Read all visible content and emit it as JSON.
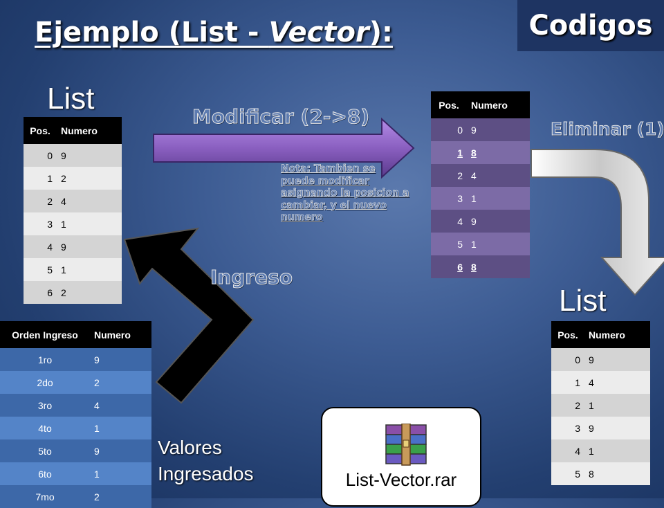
{
  "title": {
    "prefix": "Ejemplo (List - ",
    "italic": "Vector",
    "suffix": "):"
  },
  "codigos_label": "Codigos",
  "list_label_top": "List",
  "list_label_bottom": "List",
  "modificar_label": "Modificar (2->8)",
  "eliminar_label": "Eliminar (1)",
  "ingreso_label": "Ingreso",
  "note_text": "Nota: Tambien se puede modificar asignando la posicion a cambiar, y el nuevo numero",
  "valores_line1": "Valores",
  "valores_line2": "Ingresados",
  "file_name": "List-Vector.rar",
  "list_table": {
    "headers": [
      "Pos.",
      "Numero"
    ],
    "rows": [
      [
        "0",
        "9"
      ],
      [
        "1",
        "2"
      ],
      [
        "2",
        "4"
      ],
      [
        "3",
        "1"
      ],
      [
        "4",
        "9"
      ],
      [
        "5",
        "1"
      ],
      [
        "6",
        "2"
      ]
    ]
  },
  "modified_table": {
    "headers": [
      "Pos.",
      "Numero"
    ],
    "rows": [
      [
        "0",
        "9"
      ],
      [
        "1",
        "8"
      ],
      [
        "2",
        "4"
      ],
      [
        "3",
        "1"
      ],
      [
        "4",
        "9"
      ],
      [
        "5",
        "1"
      ],
      [
        "6",
        "8"
      ]
    ]
  },
  "final_table": {
    "headers": [
      "Pos.",
      "Numero"
    ],
    "rows": [
      [
        "0",
        "9"
      ],
      [
        "1",
        "4"
      ],
      [
        "2",
        "1"
      ],
      [
        "3",
        "9"
      ],
      [
        "4",
        "1"
      ],
      [
        "5",
        "8"
      ]
    ]
  },
  "ingreso_table": {
    "headers": [
      "Orden Ingreso",
      "Numero"
    ],
    "rows": [
      [
        "1ro",
        "9"
      ],
      [
        "2do",
        "2"
      ],
      [
        "3ro",
        "4"
      ],
      [
        "4to",
        "1"
      ],
      [
        "5to",
        "9"
      ],
      [
        "6to",
        "1"
      ],
      [
        "7mo",
        "2"
      ]
    ]
  },
  "colors": {
    "background": "#3d5c93",
    "table_header": "#000000",
    "purple_row_dark": "#5d4f84",
    "purple_row_light": "#7c6ba6",
    "blue_row_dark": "#3d68a8",
    "blue_row_light": "#5484c8",
    "arrow_purple": "#8a5fc0"
  }
}
